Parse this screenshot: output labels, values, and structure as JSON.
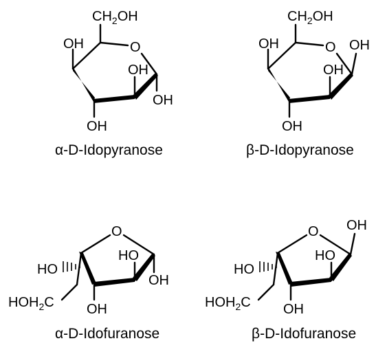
{
  "molecules": {
    "alpha_pyranose": {
      "name": "α-D-Idopyranose",
      "ch2oh": "CH",
      "ch2oh_sub": "2",
      "ch2oh_tail": "OH",
      "ring_o": "O",
      "oh_c4": "OH",
      "oh_c3": "OH",
      "oh_c1": "OH",
      "oh_c2": "OH"
    },
    "beta_pyranose": {
      "name": "β-D-Idopyranose",
      "ch2oh": "CH",
      "ch2oh_sub": "2",
      "ch2oh_tail": "OH",
      "ring_o": "O",
      "oh_c4": "OH",
      "oh_c3": "OH",
      "oh_c1": "OH",
      "oh_c2": "OH"
    },
    "alpha_furanose": {
      "name": "α-D-Idofuranose",
      "ring_o": "O",
      "oh_c4": "HO",
      "hoh2c": "HOH",
      "hoh2c_sub": "2",
      "hoh2c_tail": "C",
      "oh_c3": "HO",
      "oh_c1": "OH",
      "oh_c2": "OH"
    },
    "beta_furanose": {
      "name": "β-D-Idofuranose",
      "ring_o": "O",
      "oh_c4": "HO",
      "hoh2c": "HOH",
      "hoh2c_sub": "2",
      "hoh2c_tail": "C",
      "oh_c3": "HO",
      "oh_c1": "OH",
      "oh_c2": "OH"
    }
  },
  "colors": {
    "ink": "#000000",
    "background": "#ffffff"
  }
}
